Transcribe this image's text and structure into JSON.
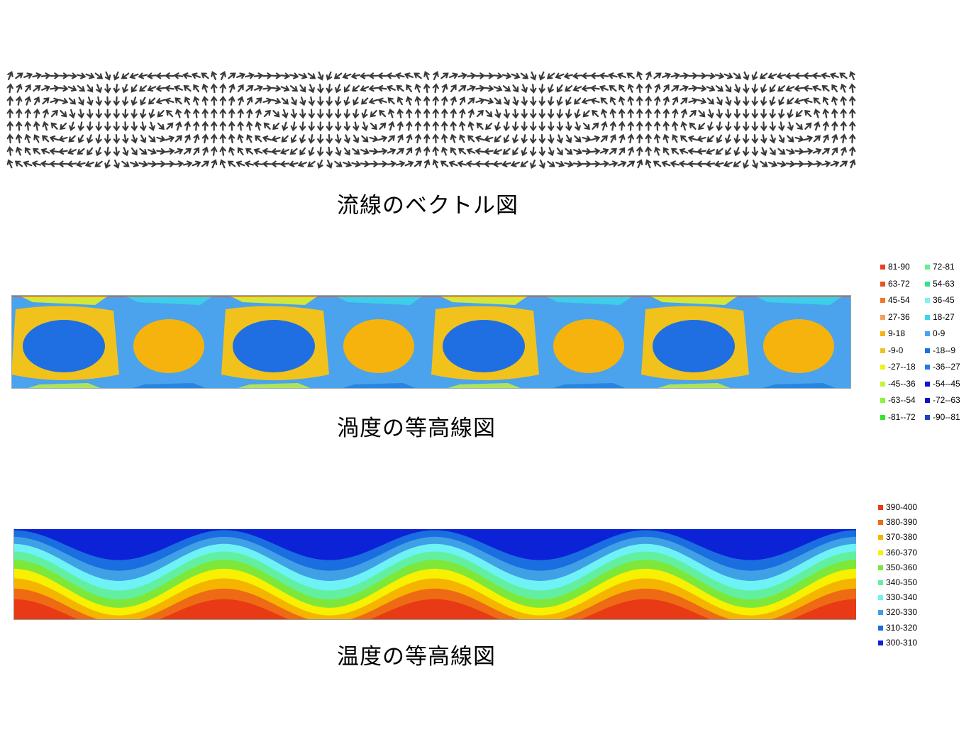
{
  "chart_data": [
    {
      "type": "vector_field",
      "caption": "流線のベクトル図",
      "cells": 4,
      "title": "",
      "xlabel": "",
      "ylabel": ""
    },
    {
      "type": "contour",
      "caption": "渦度の等高線図",
      "legend": [
        {
          "label": "81-90",
          "color": "#e8411f"
        },
        {
          "label": "72-81",
          "color": "#66f08c"
        },
        {
          "label": "63-72",
          "color": "#e8531f"
        },
        {
          "label": "54-63",
          "color": "#2fe38f"
        },
        {
          "label": "45-54",
          "color": "#f0762a"
        },
        {
          "label": "36-45",
          "color": "#7ff2f0"
        },
        {
          "label": "27-36",
          "color": "#f2a05c"
        },
        {
          "label": "18-27",
          "color": "#3bd6ea"
        },
        {
          "label": "9-18",
          "color": "#f6b30e"
        },
        {
          "label": "0-9",
          "color": "#4aa3ec"
        },
        {
          "label": "-9-0",
          "color": "#f2c21c"
        },
        {
          "label": "-18--9",
          "color": "#1f6fe3"
        },
        {
          "label": "-27--18",
          "color": "#eef21a"
        },
        {
          "label": "-36--27",
          "color": "#1f7ee0"
        },
        {
          "label": "-45--36",
          "color": "#c8f23a"
        },
        {
          "label": "-54--45",
          "color": "#1414d8"
        },
        {
          "label": "-63--54",
          "color": "#8cf23a"
        },
        {
          "label": "-72--63",
          "color": "#1010c8"
        },
        {
          "label": "-81--72",
          "color": "#2ee82e"
        },
        {
          "label": "-90--81",
          "color": "#2040c8"
        }
      ]
    },
    {
      "type": "contour",
      "caption": "温度の等高線図",
      "legend": [
        {
          "label": "390-400",
          "color": "#e83a14"
        },
        {
          "label": "380-390",
          "color": "#ee6a14"
        },
        {
          "label": "370-380",
          "color": "#f5b400"
        },
        {
          "label": "360-370",
          "color": "#f7f000"
        },
        {
          "label": "350-360",
          "color": "#7de83a"
        },
        {
          "label": "340-350",
          "color": "#62f0a0"
        },
        {
          "label": "330-340",
          "color": "#6ef2f5"
        },
        {
          "label": "320-330",
          "color": "#3fa0e6"
        },
        {
          "label": "310-320",
          "color": "#1a6ee0"
        },
        {
          "label": "300-310",
          "color": "#0b22d6"
        }
      ],
      "waves": 4
    }
  ]
}
